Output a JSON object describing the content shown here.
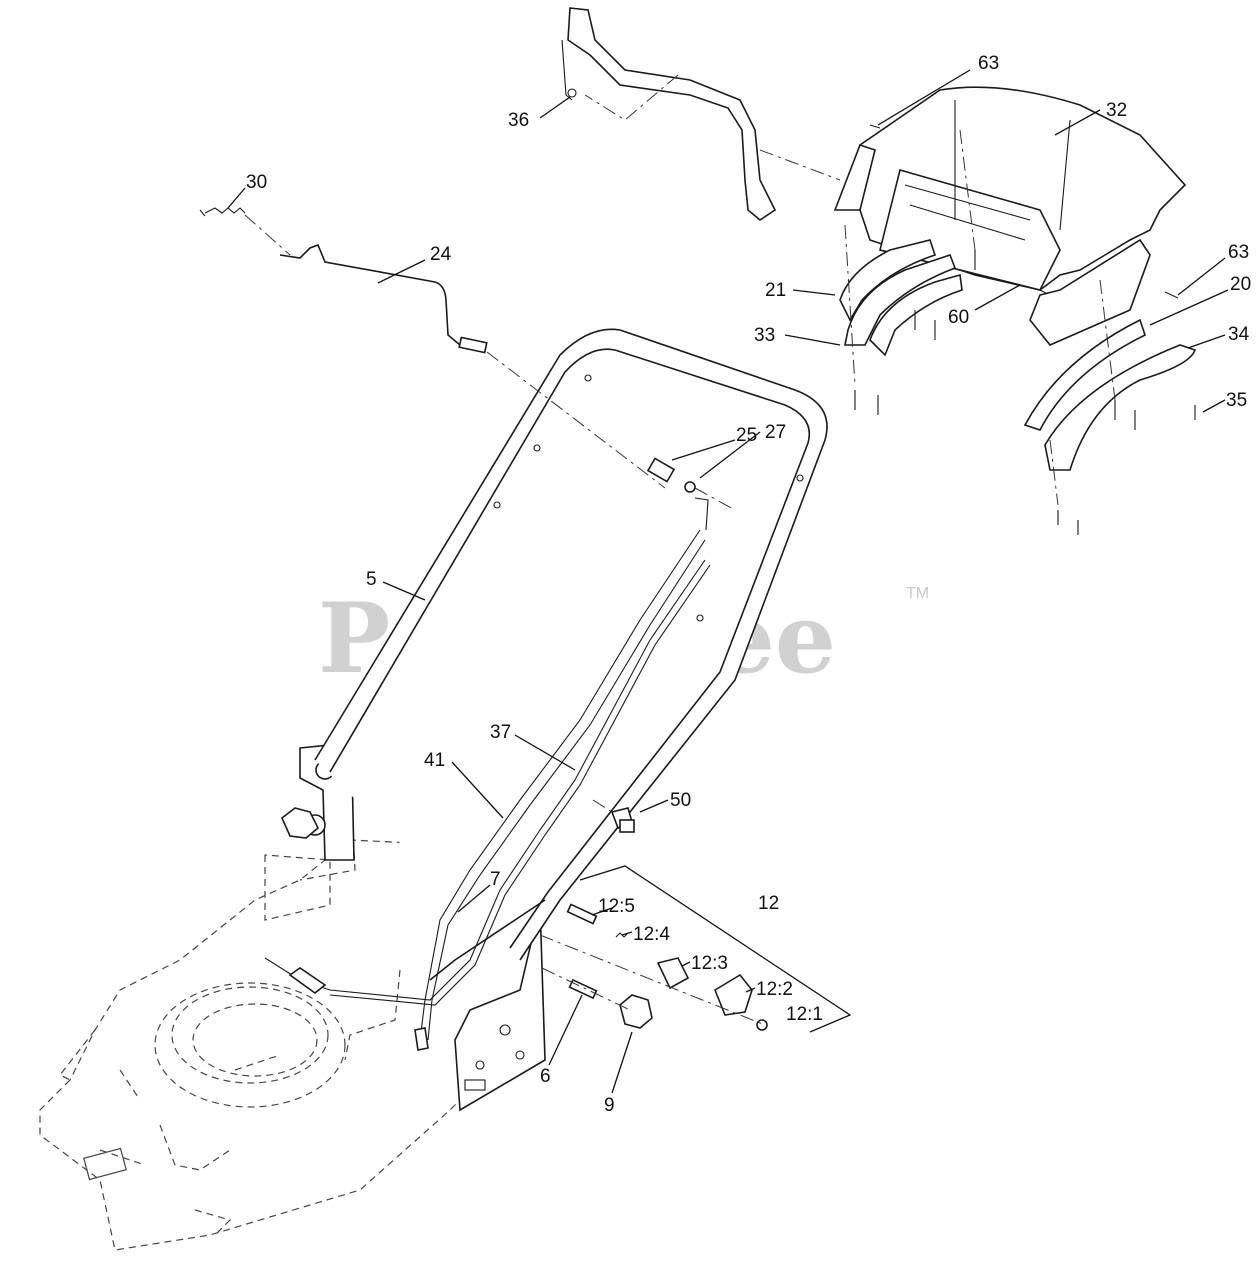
{
  "watermark": {
    "text": "PartsTree",
    "trademark": "TM"
  },
  "callouts": [
    {
      "id": "63a",
      "label": "63"
    },
    {
      "id": "32",
      "label": "32"
    },
    {
      "id": "36",
      "label": "36"
    },
    {
      "id": "30",
      "label": "30"
    },
    {
      "id": "24",
      "label": "24"
    },
    {
      "id": "63b",
      "label": "63"
    },
    {
      "id": "20",
      "label": "20"
    },
    {
      "id": "21",
      "label": "21"
    },
    {
      "id": "60",
      "label": "60"
    },
    {
      "id": "33",
      "label": "33"
    },
    {
      "id": "34",
      "label": "34"
    },
    {
      "id": "35",
      "label": "35"
    },
    {
      "id": "25",
      "label": "25"
    },
    {
      "id": "27",
      "label": "27"
    },
    {
      "id": "5",
      "label": "5"
    },
    {
      "id": "37",
      "label": "37"
    },
    {
      "id": "41",
      "label": "41"
    },
    {
      "id": "50",
      "label": "50"
    },
    {
      "id": "7",
      "label": "7"
    },
    {
      "id": "12",
      "label": "12"
    },
    {
      "id": "12-5",
      "label": "12:5"
    },
    {
      "id": "12-4",
      "label": "12:4"
    },
    {
      "id": "12-3",
      "label": "12:3"
    },
    {
      "id": "12-2",
      "label": "12:2"
    },
    {
      "id": "12-1",
      "label": "12:1"
    },
    {
      "id": "6",
      "label": "6"
    },
    {
      "id": "9",
      "label": "9"
    }
  ],
  "colors": {
    "line": "#1a1a1a",
    "watermark": "#c9c9c9",
    "background": "#ffffff"
  }
}
